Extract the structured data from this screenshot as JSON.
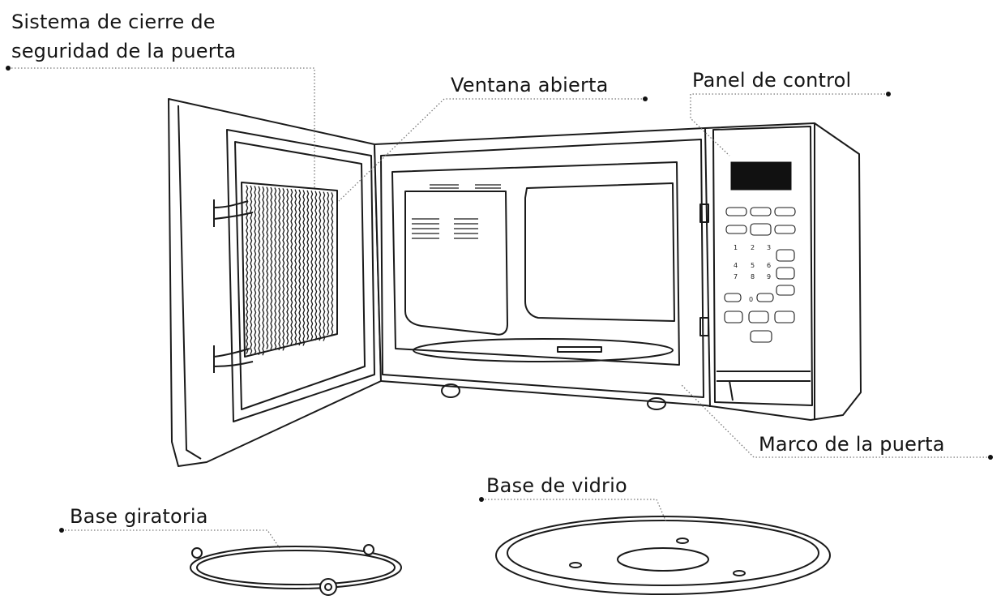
{
  "labels": {
    "door_lock_line1": "Sistema de cierre de",
    "door_lock_line2": "seguridad de la puerta",
    "open_window": "Ventana abierta",
    "control_panel": "Panel de control",
    "door_frame": "Marco de la puerta",
    "glass_tray": "Base de vidrio",
    "turntable_ring": "Base giratoria"
  },
  "keypad_digits": [
    "1",
    "2",
    "3",
    "4",
    "5",
    "6",
    "7",
    "8",
    "9",
    "0"
  ]
}
